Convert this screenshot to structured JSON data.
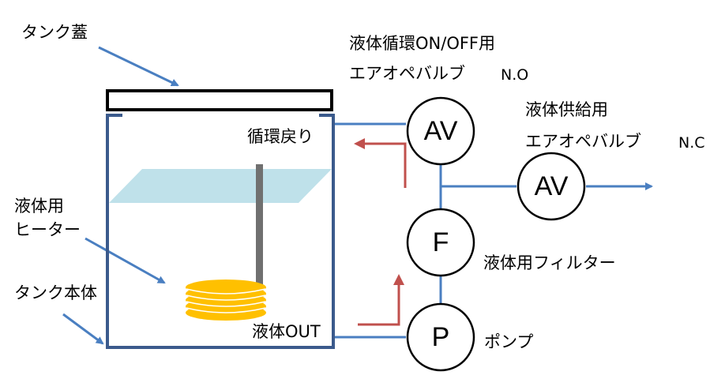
{
  "labels": {
    "tank_lid": "タンク蓋",
    "tank_body": "タンク本体",
    "heater_line1": "液体用",
    "heater_line2": "ヒーター",
    "return": "循環戻り",
    "liquid_out": "液体OUT",
    "valve_circ_line1": "液体循環ON/OFF用",
    "valve_circ_line2": "エアオペバルブ",
    "valve_circ_type": "N.O",
    "valve_supply_line1": "液体供給用",
    "valve_supply_line2": "エアオペバルブ",
    "valve_supply_type": "N.C",
    "filter": "液体用フィルター",
    "pump": "ポンプ"
  },
  "nodes": {
    "valve_circulation": "AV",
    "valve_supply": "AV",
    "filter": "F",
    "pump": "P"
  },
  "colors": {
    "tank": "#3b5a8c",
    "pipe": "#4a7fc1",
    "arrow_flow": "#c0504d",
    "heater_coil": "#ffc000",
    "liquid_surface": "#bfe1ea",
    "heater_rod": "#707070"
  }
}
